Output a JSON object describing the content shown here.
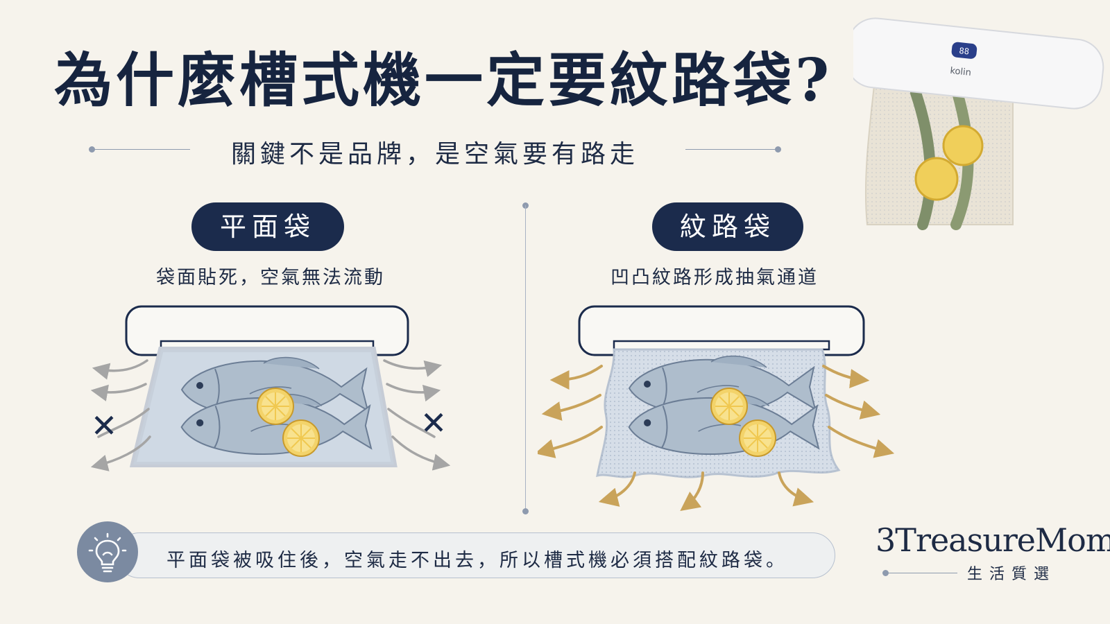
{
  "header": {
    "title": "為什麼槽式機一定要紋路袋?",
    "subtitle": "關鍵不是品牌，是空氣要有路走"
  },
  "panels": {
    "left": {
      "label": "平面袋",
      "caption": "袋面貼死，空氣無法流動",
      "status_mark": "✕"
    },
    "right": {
      "label": "紋路袋",
      "caption": "凹凸紋路形成抽氣通道"
    }
  },
  "tip": {
    "icon": "lightbulb-icon",
    "text": "平面袋被吸住後，空氣走不出去，所以槽式機必須搭配紋路袋。"
  },
  "brand": {
    "name": "3TreasureMom",
    "tagline": "生活質選"
  },
  "product": {
    "logo": "kolin",
    "display": "88"
  },
  "colors": {
    "navy": "#1b2b4c",
    "background": "#f6f3ec",
    "gray_arrow": "#a5a5a5",
    "gold_arrow": "#c9a35a",
    "fish": "#aebdcc",
    "lemon": "#f3d36a"
  }
}
